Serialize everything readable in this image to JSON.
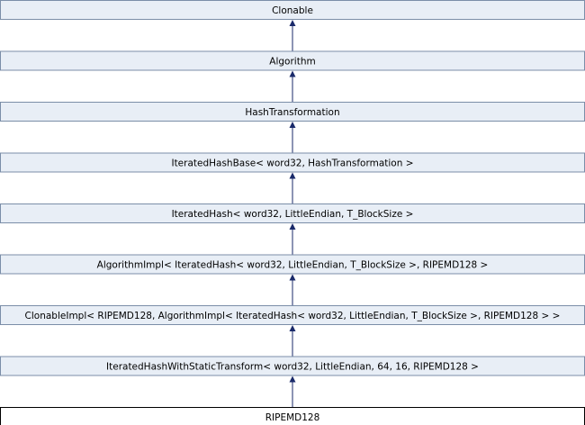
{
  "diagram": {
    "type": "inheritance",
    "nodes": [
      {
        "label": "Clonable"
      },
      {
        "label": "Algorithm"
      },
      {
        "label": "HashTransformation"
      },
      {
        "label": "IteratedHashBase< word32, HashTransformation >"
      },
      {
        "label": "IteratedHash< word32, LittleEndian, T_BlockSize >"
      },
      {
        "label": "AlgorithmImpl< IteratedHash< word32, LittleEndian, T_BlockSize >, RIPEMD128 >"
      },
      {
        "label": "ClonableImpl< RIPEMD128, AlgorithmImpl< IteratedHash< word32, LittleEndian, T_BlockSize >, RIPEMD128 > >"
      },
      {
        "label": "IteratedHashWithStaticTransform< word32, LittleEndian, 64, 16, RIPEMD128 >"
      },
      {
        "label": "RIPEMD128",
        "current": true
      }
    ],
    "colors": {
      "node_fill": "#e8eef6",
      "node_border": "#7b8ea8",
      "current_fill": "#ffffff",
      "current_border": "#000000",
      "edge": "#1a2a6a"
    }
  }
}
